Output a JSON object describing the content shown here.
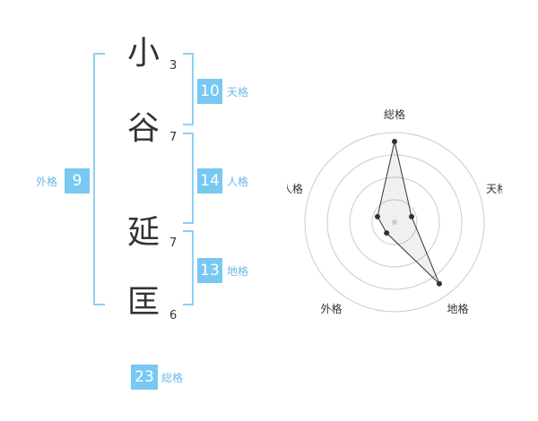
{
  "name": {
    "chars": [
      {
        "char": "小",
        "strokes": "3"
      },
      {
        "char": "谷",
        "strokes": "7"
      },
      {
        "char": "延",
        "strokes": "7"
      },
      {
        "char": "匡",
        "strokes": "6"
      }
    ]
  },
  "kakusu": {
    "tenkaku": {
      "value": "10",
      "label": "天格"
    },
    "jinkaku": {
      "value": "14",
      "label": "人格"
    },
    "chikaku": {
      "value": "13",
      "label": "地格"
    },
    "gaikaku": {
      "value": "9",
      "label": "外格"
    },
    "soukaku": {
      "value": "23",
      "label": "総格"
    }
  },
  "colors": {
    "badge_bg": "#78c8f2",
    "badge_text": "#ffffff",
    "label_text": "#6cb8e8",
    "bracket": "#8fcff4"
  },
  "chart_data": {
    "type": "radar",
    "axes": [
      "総格",
      "天格",
      "地格",
      "外格",
      "人格"
    ],
    "values": [
      0.9,
      0.2,
      0.85,
      0.15,
      0.2
    ],
    "max": 1,
    "rings": 4
  }
}
